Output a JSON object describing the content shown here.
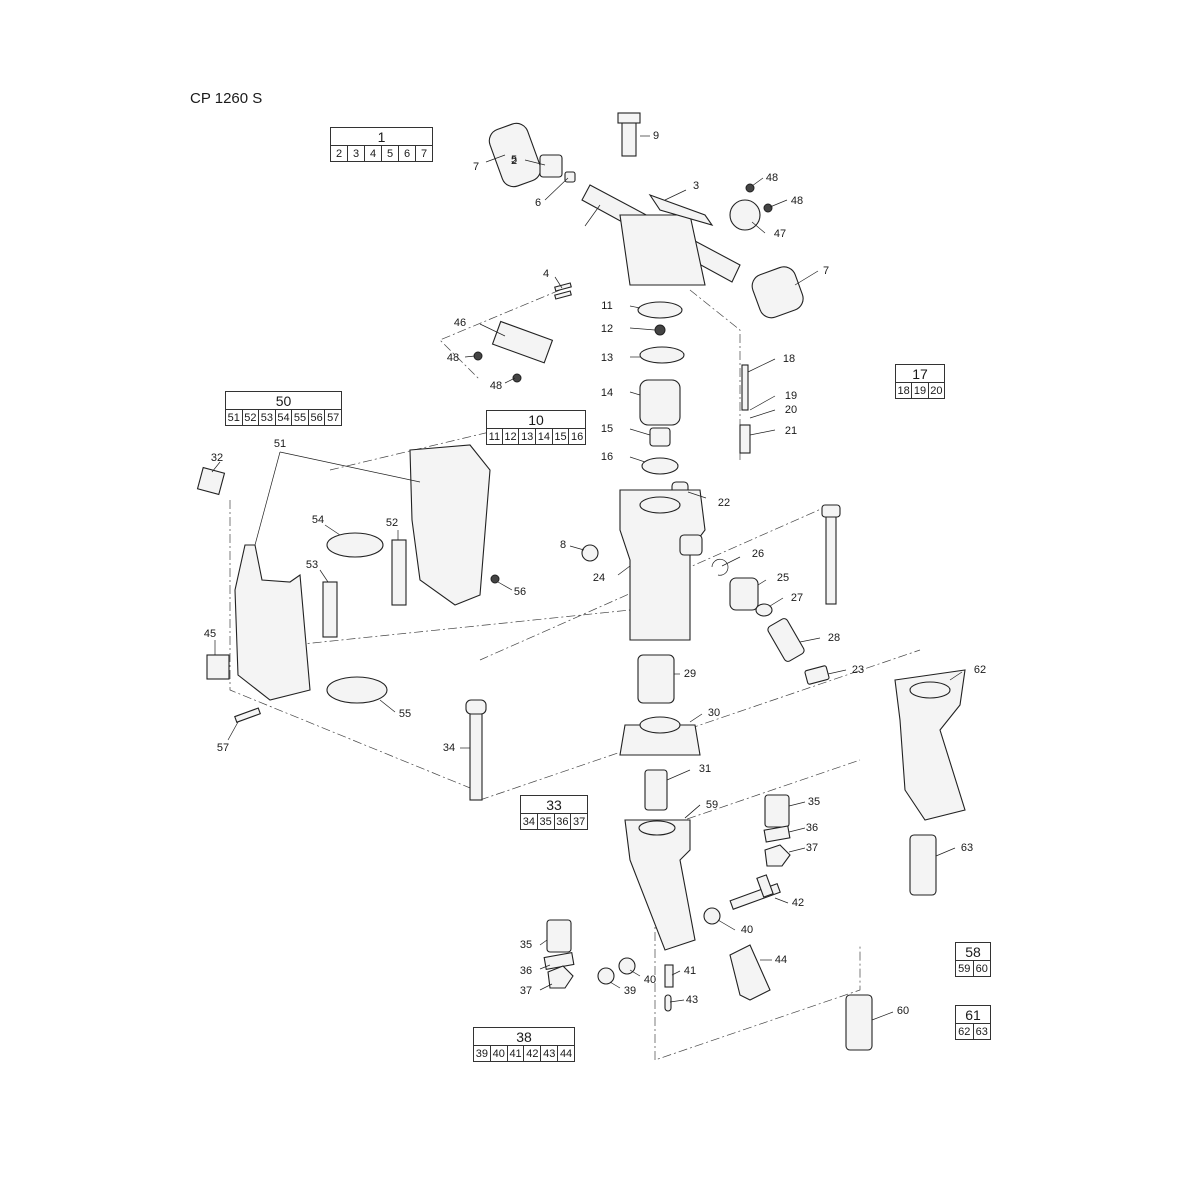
{
  "title": "CP 1260 S",
  "kits": [
    {
      "id": "kit-1",
      "number": "1",
      "items": [
        "2",
        "3",
        "4",
        "5",
        "6",
        "7"
      ]
    },
    {
      "id": "kit-10",
      "number": "10",
      "items": [
        "11",
        "12",
        "13",
        "14",
        "15",
        "16"
      ]
    },
    {
      "id": "kit-17",
      "number": "17",
      "items": [
        "18",
        "19",
        "20"
      ]
    },
    {
      "id": "kit-33",
      "number": "33",
      "items": [
        "34",
        "35",
        "36",
        "37"
      ]
    },
    {
      "id": "kit-38",
      "number": "38",
      "items": [
        "39",
        "40",
        "41",
        "42",
        "43",
        "44"
      ]
    },
    {
      "id": "kit-50",
      "number": "50",
      "items": [
        "51",
        "52",
        "53",
        "54",
        "55",
        "56",
        "57"
      ]
    },
    {
      "id": "kit-58",
      "number": "58",
      "items": [
        "59",
        "60"
      ]
    },
    {
      "id": "kit-61",
      "number": "61",
      "items": [
        "62",
        "63"
      ]
    }
  ],
  "callouts": [
    "2",
    "3",
    "4",
    "5",
    "6",
    "7",
    "7",
    "8",
    "9",
    "11",
    "12",
    "13",
    "14",
    "15",
    "16",
    "18",
    "19",
    "20",
    "21",
    "22",
    "23",
    "24",
    "25",
    "26",
    "27",
    "28",
    "29",
    "30",
    "31",
    "32",
    "34",
    "35",
    "35",
    "36",
    "36",
    "37",
    "37",
    "39",
    "40",
    "40",
    "41",
    "42",
    "43",
    "44",
    "45",
    "46",
    "47",
    "48",
    "48",
    "48",
    "48",
    "51",
    "52",
    "53",
    "54",
    "55",
    "56",
    "57",
    "59",
    "60",
    "62",
    "63"
  ]
}
